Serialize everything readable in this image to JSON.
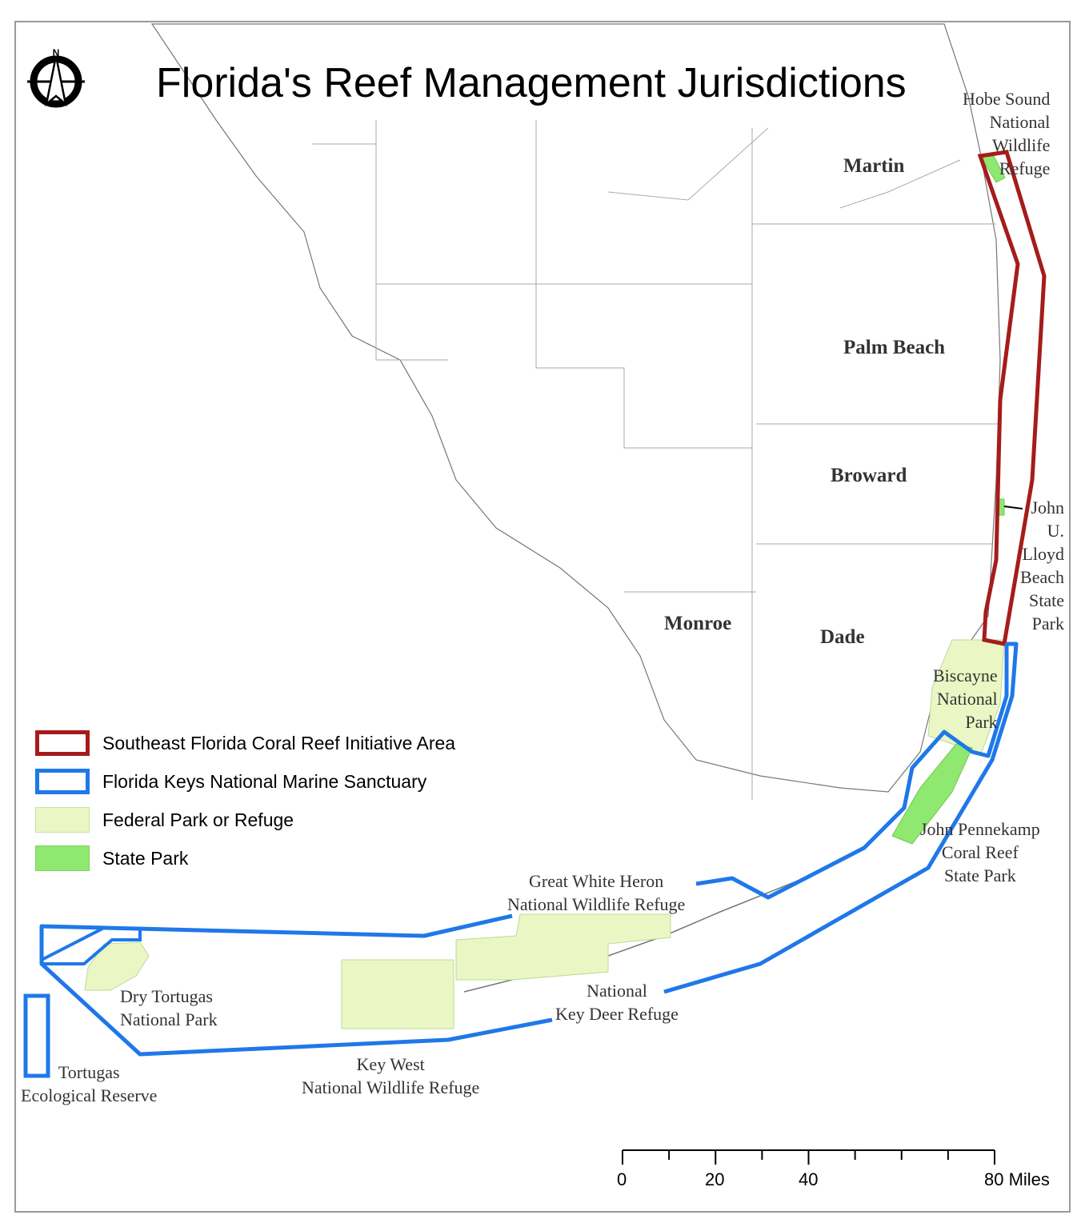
{
  "title": "Florida's Reef Management Jurisdictions",
  "north_arrow": {
    "icon": "north-arrow-icon",
    "letter": "N"
  },
  "counties": [
    "Martin",
    "Palm Beach",
    "Broward",
    "Monroe",
    "Dade"
  ],
  "places": {
    "hobe_sound": [
      "Hobe Sound",
      "National",
      "Wildlife",
      "Refuge"
    ],
    "john_lloyd": [
      "John",
      "U.",
      "Lloyd",
      "Beach",
      "State",
      "Park"
    ],
    "biscayne": [
      "Biscayne",
      "National",
      "Park"
    ],
    "pennekamp": [
      "John Pennekamp",
      "Coral Reef",
      "State Park"
    ],
    "great_white_heron": [
      "Great White Heron",
      "National Wildlife Refuge"
    ],
    "key_deer": [
      "National",
      "Key Deer Refuge"
    ],
    "key_west": [
      "Key West",
      "National Wildlife Refuge"
    ],
    "dry_tortugas": [
      "Dry Tortugas",
      "National Park"
    ],
    "tortugas_reserve": [
      "Tortugas",
      "Ecological Reserve"
    ]
  },
  "legend": [
    {
      "label": "Southeast Florida Coral Reef Initiative Area",
      "color": "#a51c1c",
      "style": "outline"
    },
    {
      "label": "Florida Keys National Marine Sanctuary",
      "color": "#1f78e8",
      "style": "outline"
    },
    {
      "label": "Federal Park or Refuge",
      "color": "#eaf7c4",
      "style": "fill"
    },
    {
      "label": "State Park",
      "color": "#8fe870",
      "style": "fill"
    }
  ],
  "scale_bar": {
    "ticks": [
      "0",
      "20",
      "40",
      "80 Miles"
    ],
    "max_miles": 80,
    "unit": "Miles"
  }
}
